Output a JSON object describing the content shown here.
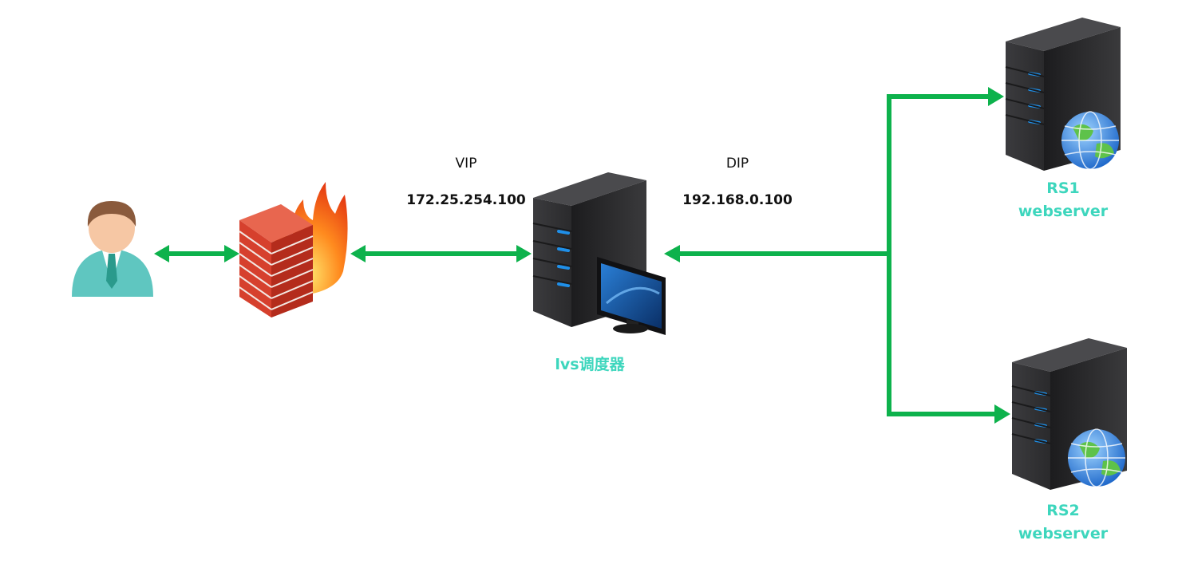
{
  "colors": {
    "link": "#0db24c",
    "node_label": "#3dd6bd",
    "server_body": "#2f2f31",
    "server_led": "#1f8fe8",
    "firewall_brick": "#d6402d"
  },
  "icons": [
    "user-icon",
    "firewall-icon",
    "server-with-monitor-icon",
    "web-server-globe-icon"
  ],
  "labels": {
    "vip_title": "VIP",
    "vip_address": "172.25.254.100",
    "dip_title": "DIP",
    "dip_address": "192.168.0.100",
    "lvs_node": "lvs调度器",
    "rs1_name": "RS1",
    "rs1_role": "webserver",
    "rs2_name": "RS2",
    "rs2_role": "webserver"
  }
}
